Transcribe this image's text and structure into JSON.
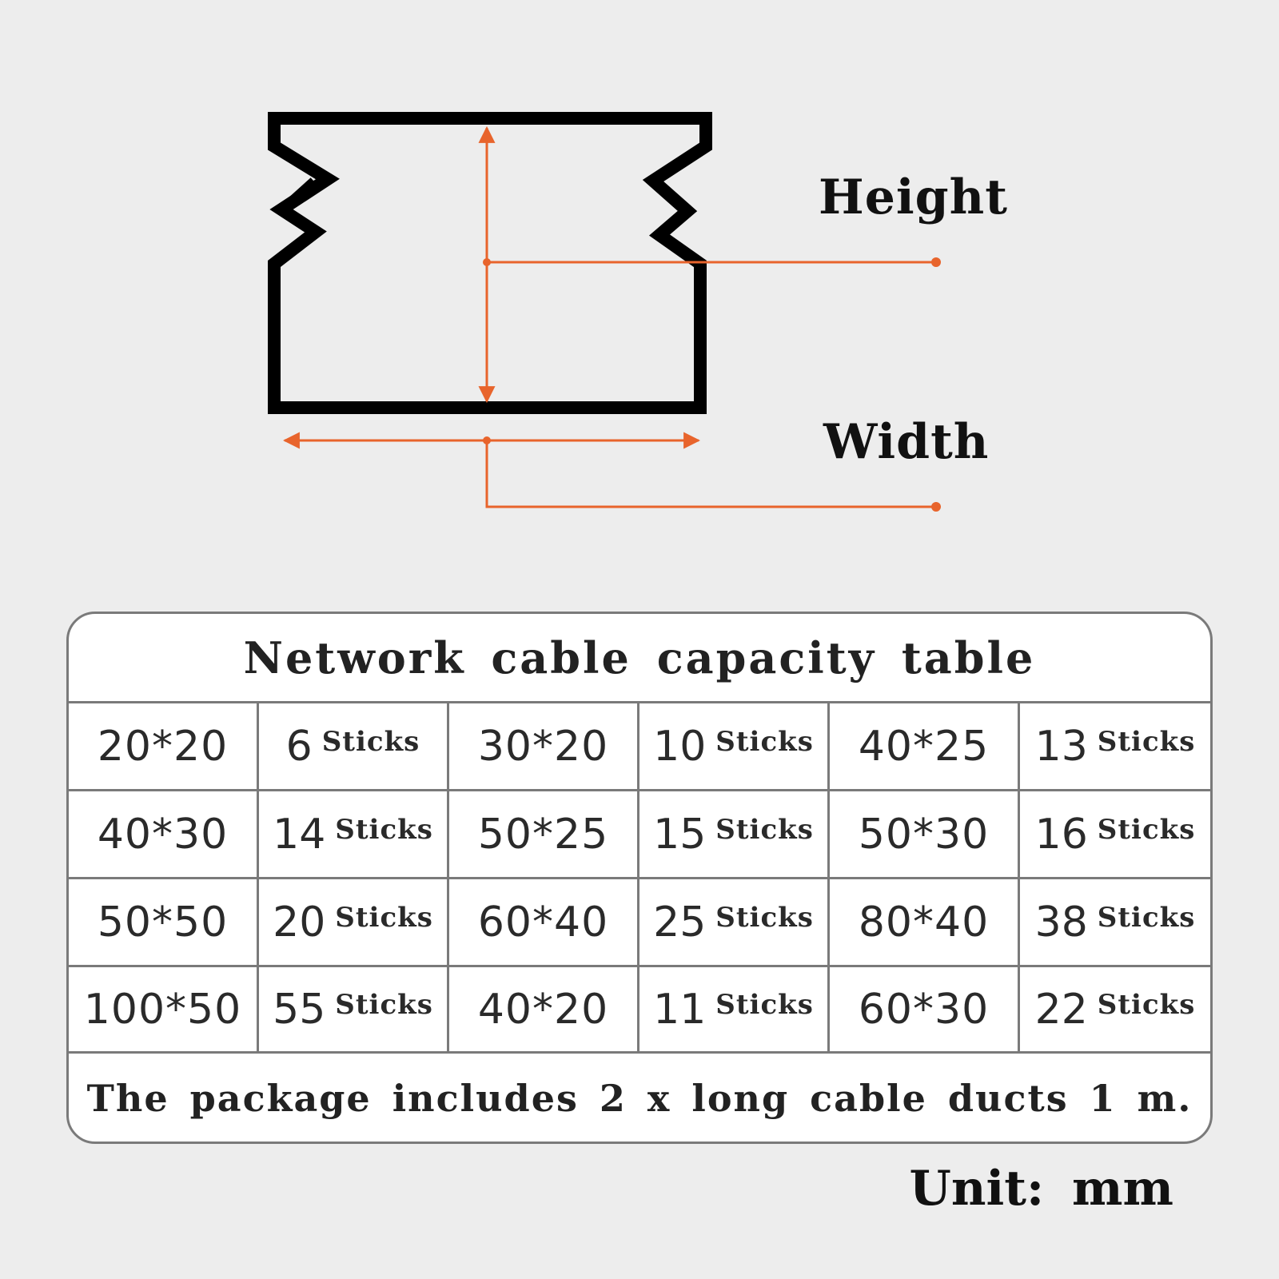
{
  "diagram": {
    "height_label": "Height",
    "width_label": "Width",
    "accent_color": "#e8642c",
    "outline_color": "#000000"
  },
  "table": {
    "title": "Network cable capacity table",
    "unit_word": "Sticks",
    "rows": [
      [
        {
          "size": "20*20",
          "count": "6"
        },
        {
          "size": "30*20",
          "count": "10"
        },
        {
          "size": "40*25",
          "count": "13"
        }
      ],
      [
        {
          "size": "40*30",
          "count": "14"
        },
        {
          "size": "50*25",
          "count": "15"
        },
        {
          "size": "50*30",
          "count": "16"
        }
      ],
      [
        {
          "size": "50*50",
          "count": "20"
        },
        {
          "size": "60*40",
          "count": "25"
        },
        {
          "size": "80*40",
          "count": "38"
        }
      ],
      [
        {
          "size": "100*50",
          "count": "55"
        },
        {
          "size": "40*20",
          "count": "11"
        },
        {
          "size": "60*30",
          "count": "22"
        }
      ]
    ],
    "footer": "The package includes 2 x long cable ducts 1 m."
  },
  "unit_label": "Unit: mm"
}
